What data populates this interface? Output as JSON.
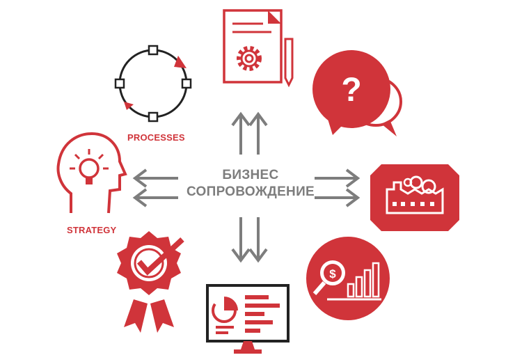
{
  "center": {
    "line1": "БИЗНЕС",
    "line2": "СОПРОВОЖДЕНИЕ"
  },
  "labels": {
    "processes": "PROCESSES",
    "strategy": "STRATEGY"
  },
  "question_mark": "?",
  "dollar_sign": "$",
  "colors": {
    "accent": "#d0343a",
    "arrow": "#7d7d7d",
    "background": "#ffffff"
  },
  "icons": [
    "process-cycle-icon",
    "document-gear-icon",
    "question-bubbles-icon",
    "strategy-head-icon",
    "factory-icon",
    "award-badge-icon",
    "financial-analysis-icon",
    "dashboard-monitor-icon"
  ]
}
